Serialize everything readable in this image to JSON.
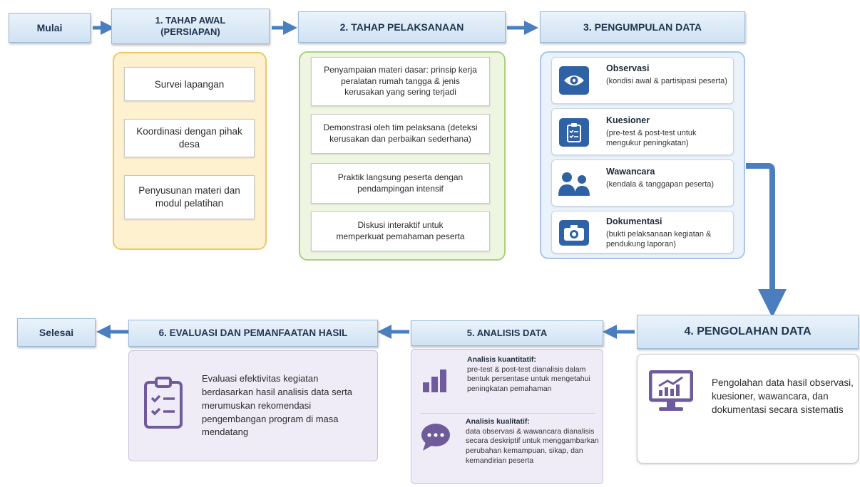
{
  "start": {
    "label": "Mulai"
  },
  "end": {
    "label": "Selesai"
  },
  "stage1": {
    "title_line1": "1. TAHAP AWAL",
    "title_line2": "(PERSIAPAN)",
    "steps": [
      "Survei lapangan",
      "Koordinasi dengan pihak desa",
      "Penyusunan materi dan modul pelatihan"
    ]
  },
  "stage2": {
    "title": "2. TAHAP PELAKSANAAN",
    "steps": [
      "Penyampaian materi dasar: prinsip kerja peralatan rumah tangga & jenis kerusakan yang sering terjadi",
      "Demonstrasi oleh tim pelaksana (deteksi kerusakan dan perbaikan sederhana)",
      "Praktik langsung peserta dengan pendampingan intensif",
      "Diskusi interaktif untuk memperkuat pemahaman peserta"
    ]
  },
  "stage3": {
    "title": "3. PENGUMPULAN DATA",
    "items": [
      {
        "title": "Observasi",
        "text": "(kondisi awal & partisipasi peserta)",
        "icon": "eye-icon"
      },
      {
        "title": "Kuesioner",
        "text": "(pre-test & post-test untuk mengukur peningkatan)",
        "icon": "clipboard-icon"
      },
      {
        "title": "Wawancara",
        "text": "(kendala & tanggapan peserta)",
        "icon": "people-icon"
      },
      {
        "title": "Dokumentasi",
        "text": "(bukti pelaksanaan kegiatan & pendukung laporan)",
        "icon": "camera-icon"
      }
    ]
  },
  "stage4": {
    "title": "4. PENGOLAHAN DATA",
    "text": "Pengolahan data hasil observasi, kuesioner, wawancara, dan dokumentasi secara sistematis",
    "icon": "monitor-chart-icon"
  },
  "stage5": {
    "title": "5. ANALISIS DATA",
    "quant_title": "Analisis kuantitatif:",
    "quant_text": "pre-test & post-test dianalisis dalam bentuk persentase untuk mengetahui peningkatan pemahaman",
    "qual_title": "Analisis kualitatif:",
    "qual_text": "data observasi & wawancara dianalisis secara deskriptif untuk menggambarkan perubahan kemampuan, sikap, dan kemandirian peserta",
    "icons": [
      "bar-chart-icon",
      "chat-bubble-icon"
    ]
  },
  "stage6": {
    "title": "6. EVALUASI DAN PEMANFAATAN HASIL",
    "text": "Evaluasi efektivitas kegiatan berdasarkan hasil analisis data serta merumuskan rekomendasi pengembangan program di masa mendatang",
    "icon": "checklist-icon"
  },
  "colors": {
    "arrow": "#4a7ebf",
    "header_fill": "#d6e6f5",
    "stage1_fill": "#fdf1d0",
    "stage1_border": "#efc862",
    "stage2_fill": "#eef6e2",
    "stage2_border": "#a9cf83",
    "stage3_fill": "#eaf2fb",
    "stage3_border": "#a9c6e6",
    "purple_fill": "#f0ecf7",
    "purple_icon": "#6f5b9c",
    "icon_blue": "#2f62a5"
  }
}
